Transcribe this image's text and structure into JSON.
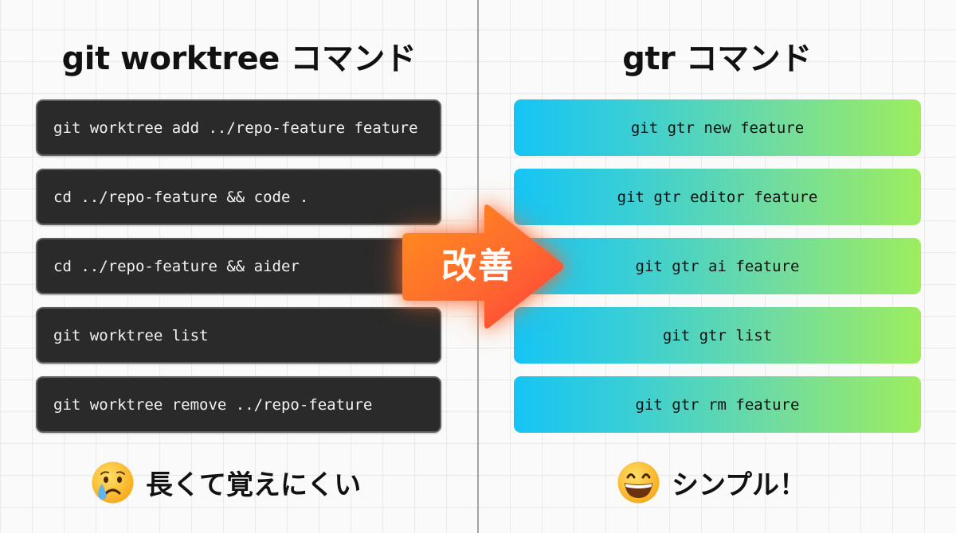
{
  "left": {
    "title": "git worktree コマンド",
    "commands": [
      "git worktree add ../repo-feature feature",
      "cd ../repo-feature && code .",
      "cd ../repo-feature && aider",
      "git worktree list",
      "git worktree remove ../repo-feature"
    ],
    "verdict": {
      "icon": "crying-face-icon",
      "emoji": "😢",
      "text": "長くて覚えにくい"
    }
  },
  "right": {
    "title": "gtr コマンド",
    "commands": [
      "git gtr new feature",
      "git gtr editor feature",
      "git gtr ai feature",
      "git gtr list",
      "git gtr rm feature"
    ],
    "verdict": {
      "icon": "grinning-face-icon",
      "emoji": "😄",
      "text": "シンプル！"
    }
  },
  "arrow": {
    "label": "改善",
    "icon": "right-arrow-icon"
  },
  "colors": {
    "background": "#fafafa",
    "grid": "#e9e9e9",
    "divider": "#a3a3a3",
    "old_box_fill": "#2a2a2a",
    "old_box_border": "#5e5e5e",
    "new_gradient_start": "#15c4f4",
    "new_gradient_end": "#9ded5e",
    "arrow_start": "#ff8c1f",
    "arrow_end": "#ff4438"
  }
}
